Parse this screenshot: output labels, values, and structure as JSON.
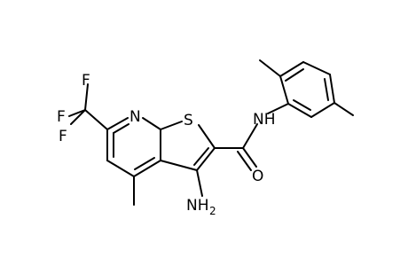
{
  "molecule": {
    "atoms": {
      "F1": "F",
      "F2": "F",
      "F3": "F",
      "N_ring": "N",
      "S": "S",
      "NH": "NH",
      "O": "O",
      "NH2_N": "NH",
      "NH2_sub": "2"
    },
    "colors": {
      "bond": "#000000",
      "text": "#000000",
      "background": "#ffffff"
    }
  }
}
